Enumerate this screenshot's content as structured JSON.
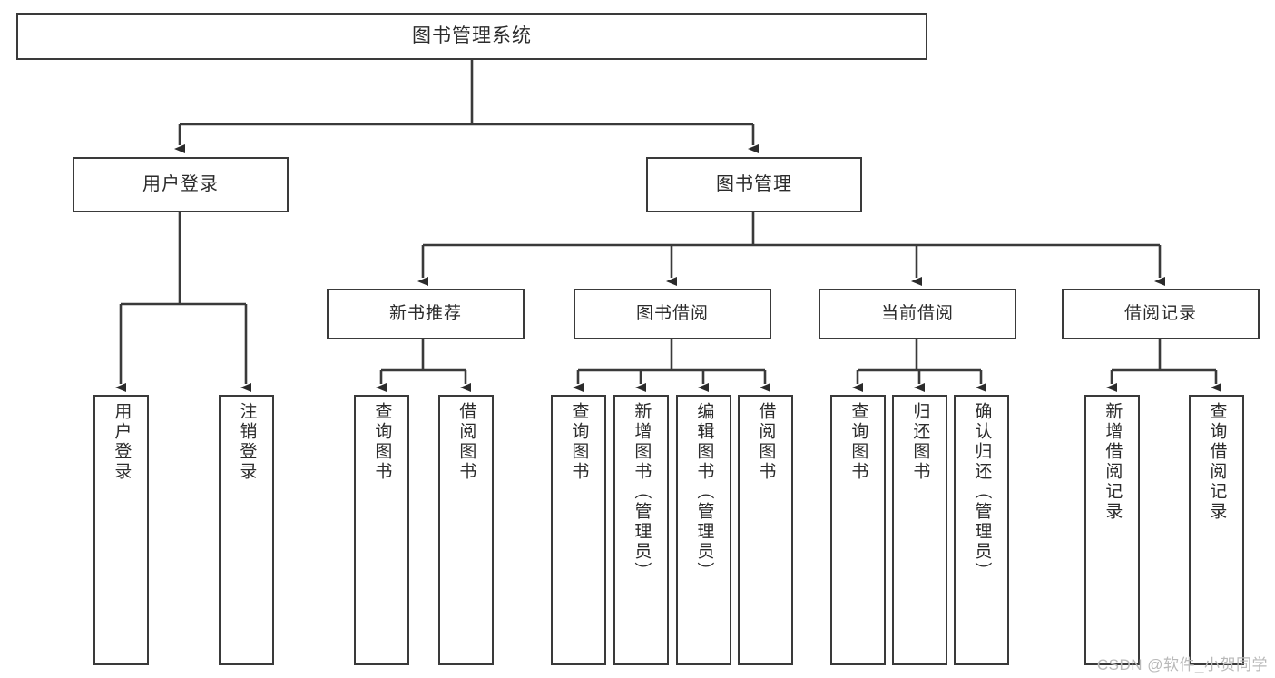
{
  "diagram": {
    "title": "图书管理系统",
    "watermark": "CSDN @软件_小贺同学",
    "stroke_color": "#3a3a3a",
    "text_color": "#2b2b2b",
    "background_color": "#ffffff",
    "root": {
      "label": "图书管理系统"
    },
    "level2": [
      {
        "label": "用户登录"
      },
      {
        "label": "图书管理"
      }
    ],
    "level3": [
      {
        "label": "新书推荐"
      },
      {
        "label": "图书借阅"
      },
      {
        "label": "当前借阅"
      },
      {
        "label": "借阅记录"
      }
    ],
    "leaves": [
      {
        "label": "用户登录"
      },
      {
        "label": "注销登录"
      },
      {
        "label": "查询图书"
      },
      {
        "label": "借阅图书"
      },
      {
        "label": "查询图书"
      },
      {
        "label": "新增图书（管理员）"
      },
      {
        "label": "编辑图书（管理员）"
      },
      {
        "label": "借阅图书"
      },
      {
        "label": "查询图书"
      },
      {
        "label": "归还图书"
      },
      {
        "label": "确认归还（管理员）"
      },
      {
        "label": "新增借阅记录"
      },
      {
        "label": "查询借阅记录"
      }
    ]
  }
}
